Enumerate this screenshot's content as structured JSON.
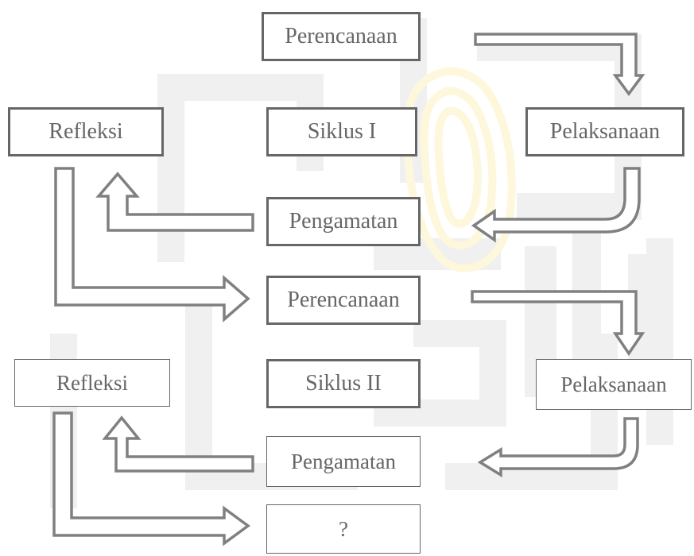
{
  "cycle1": {
    "planning": "Perencanaan",
    "action": "Pelaksanaan",
    "observation": "Pengamatan",
    "reflection": "Refleksi",
    "cycle_label": "Siklus I"
  },
  "cycle2": {
    "planning": "Perencanaan",
    "action": "Pelaksanaan",
    "observation": "Pengamatan",
    "reflection": "Refleksi",
    "cycle_label": "Siklus II"
  },
  "next_step": "?",
  "colors": {
    "box_border": "#666666",
    "box_text": "#666666",
    "arrow_stroke": "#808080",
    "arrow_fill": "#ffffff",
    "watermark_gray": "#f0f0f0",
    "watermark_yellow": "#fdf7dc"
  }
}
